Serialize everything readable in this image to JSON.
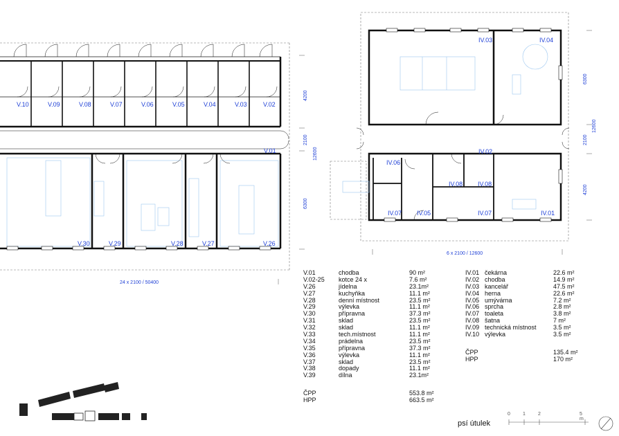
{
  "room_labels": {
    "top_row": [
      "V.10",
      "V.09",
      "V.08",
      "V.07",
      "V.06",
      "V.05",
      "V.04",
      "V.03",
      "V.02"
    ],
    "corridor": "V.01",
    "bottom_row": [
      "V.30",
      "V.29",
      "V.28",
      "V.27",
      "V.26"
    ],
    "right_plan": {
      "iv03": "IV.03",
      "iv04": "IV.04",
      "iv02": "IV.02",
      "iv06": "IV.06",
      "iv08a": "IV.08",
      "iv08b": "IV.08",
      "iv07a": "IV.07",
      "iv05": "IV.05",
      "iv07b": "IV.07",
      "iv01": "IV.01"
    }
  },
  "dimensions": {
    "left_total": "24 x 2100 / 50400",
    "right_total": "6 x 2100 / 12600",
    "v1": "4200",
    "v2": "2100",
    "v3": "6300",
    "v4": "12600",
    "r1": "6300",
    "r2": "2100",
    "r3": "4200",
    "r4": "12600"
  },
  "table_left": [
    [
      "V.01",
      "chodba",
      "90 m²"
    ],
    [
      "V.02-25",
      "kotce 24 x",
      "7.6 m²"
    ],
    [
      "V.26",
      "jídelna",
      "23.1m²"
    ],
    [
      "V.27",
      "kuchyňka",
      "11.1 m²"
    ],
    [
      "V.28",
      "denní místnost",
      "23.5 m²"
    ],
    [
      "V.29",
      "výlevka",
      "11.1 m²"
    ],
    [
      "V.30",
      "přípravna",
      "37.3 m²"
    ],
    [
      "V.31",
      "sklad",
      "23.5 m²"
    ],
    [
      "V.32",
      "sklad",
      "11.1 m²"
    ],
    [
      "V.33",
      "tech.místnost",
      "11.1 m²"
    ],
    [
      "V.34",
      "prádelna",
      "23.5 m²"
    ],
    [
      "V.35",
      "přípravna",
      "37.3 m²"
    ],
    [
      "V.36",
      "výlevka",
      "11.1 m²"
    ],
    [
      "V.37",
      "sklad",
      "23.5 m²"
    ],
    [
      "V.38",
      "dopady",
      "11.1 m²"
    ],
    [
      "V.39",
      "dílna",
      "23.1m²"
    ]
  ],
  "table_left_totals": [
    [
      "ČPP",
      "553.8 m²"
    ],
    [
      "HPP",
      "663.5 m²"
    ]
  ],
  "table_right": [
    [
      "IV.01",
      "čekárna",
      "22.6 m²"
    ],
    [
      "IV.02",
      "chodba",
      "14.9 m²"
    ],
    [
      "IV.03",
      "kancelář",
      "47.5 m²"
    ],
    [
      "IV.04",
      "herna",
      "22.6 m²"
    ],
    [
      "IV.05",
      "umývárna",
      "7.2 m²"
    ],
    [
      "IV.06",
      "sprcha",
      "2.8 m²"
    ],
    [
      "IV.07",
      "toaleta",
      "3.8 m²"
    ],
    [
      "IV.08",
      "šatna",
      "7 m²"
    ],
    [
      "IV.09",
      "technická místnost",
      "3.5 m²"
    ],
    [
      "IV.10",
      "výlevka",
      "3.5 m²"
    ]
  ],
  "table_right_totals": [
    [
      "ČPP",
      "135.4 m²"
    ],
    [
      "HPP",
      "170 m²"
    ]
  ],
  "brand": "psí útulek",
  "scale": [
    "0",
    "1",
    "2",
    "5 m"
  ]
}
